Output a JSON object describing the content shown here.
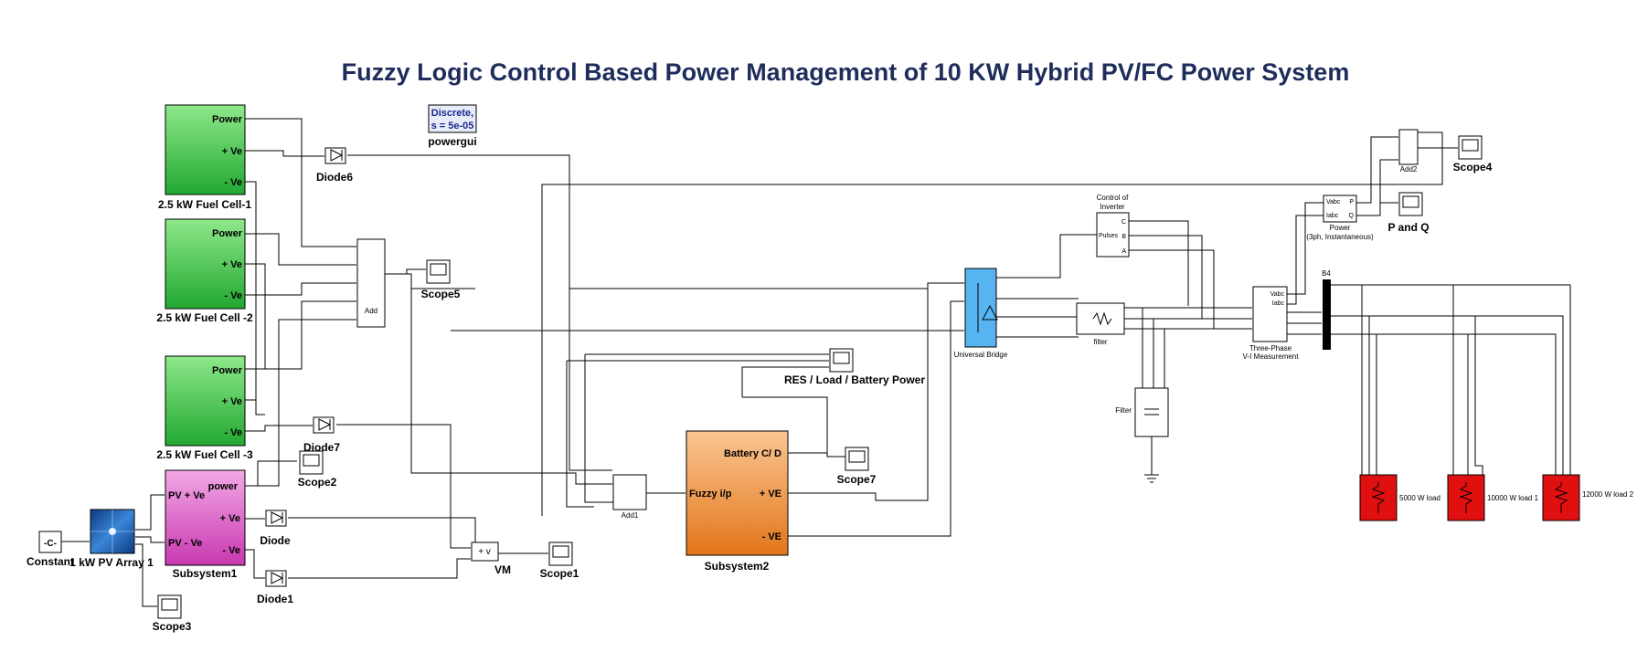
{
  "title": "Fuzzy Logic Control Based Power Management of 10 KW Hybrid PV/FC Power System",
  "colors": {
    "fuel_cell": "#4fd15a",
    "subsystem1": "#e060c8",
    "subsystem2": "#e88a2a",
    "bridge": "#58b4f0",
    "load": "#e01010",
    "pv": "#1a5aa8"
  },
  "powergui": {
    "line1": "Discrete,",
    "line2": "s = 5e-05",
    "label": "powergui"
  },
  "fuel_cells": [
    {
      "label": "2.5 kW Fuel Cell-1",
      "p1": "Power",
      "p2": "+ Ve",
      "p3": "- Ve"
    },
    {
      "label": "2.5 kW Fuel Cell -2",
      "p1": "Power",
      "p2": "+ Ve",
      "p3": "- Ve"
    },
    {
      "label": "2.5 kW Fuel Cell -3",
      "p1": "Power",
      "p2": "+ Ve",
      "p3": "- Ve"
    }
  ],
  "diodes": {
    "d6": "Diode6",
    "d7": "Diode7",
    "d": "Diode",
    "d1": "Diode1"
  },
  "add": "Add",
  "add1": "Add1",
  "add2": "Add2",
  "scopes": {
    "s1": "Scope1",
    "s2": "Scope2",
    "s3": "Scope3",
    "s4": "Scope4",
    "s5": "Scope5",
    "s7": "Scope7",
    "pq": "P and Q",
    "res": "RES / Load / Battery Power"
  },
  "constant": {
    "text": "-C-",
    "label": "Constant"
  },
  "pv": {
    "label": "1 kW  PV Array 1"
  },
  "subsystem1": {
    "label": "Subsystem1",
    "p1": "PV + Ve",
    "p2": "PV - Ve",
    "p3": "power",
    "p4": "+ Ve",
    "p5": "- Ve"
  },
  "vm": {
    "label": "VM",
    "text": "+ v"
  },
  "subsystem2": {
    "label": "Subsystem2",
    "in": "Fuzzy i/p",
    "o1": "Battery C/ D",
    "o2": "+ VE",
    "o3": "- VE"
  },
  "bridge": {
    "label": "Universal Bridge"
  },
  "control": {
    "label1": "Control of",
    "label2": "Inverter",
    "pulses": "Pulses",
    "c": "C",
    "b": "B",
    "a": "A"
  },
  "filter": {
    "label": "filter",
    "label2": "Filter"
  },
  "vi": {
    "label1": "Three-Phase",
    "label2": "V-I Measurement",
    "vabc": "Vabc",
    "iabc": "Iabc"
  },
  "power": {
    "label1": "Power",
    "label2": "(3ph, Instantaneous)",
    "vabc": "Vabc",
    "iabc": "Iabc",
    "p": "P",
    "q": "Q"
  },
  "bus": "B4",
  "loads": [
    "5000 W load",
    "10000 W load 1",
    "12000 W load 2"
  ]
}
